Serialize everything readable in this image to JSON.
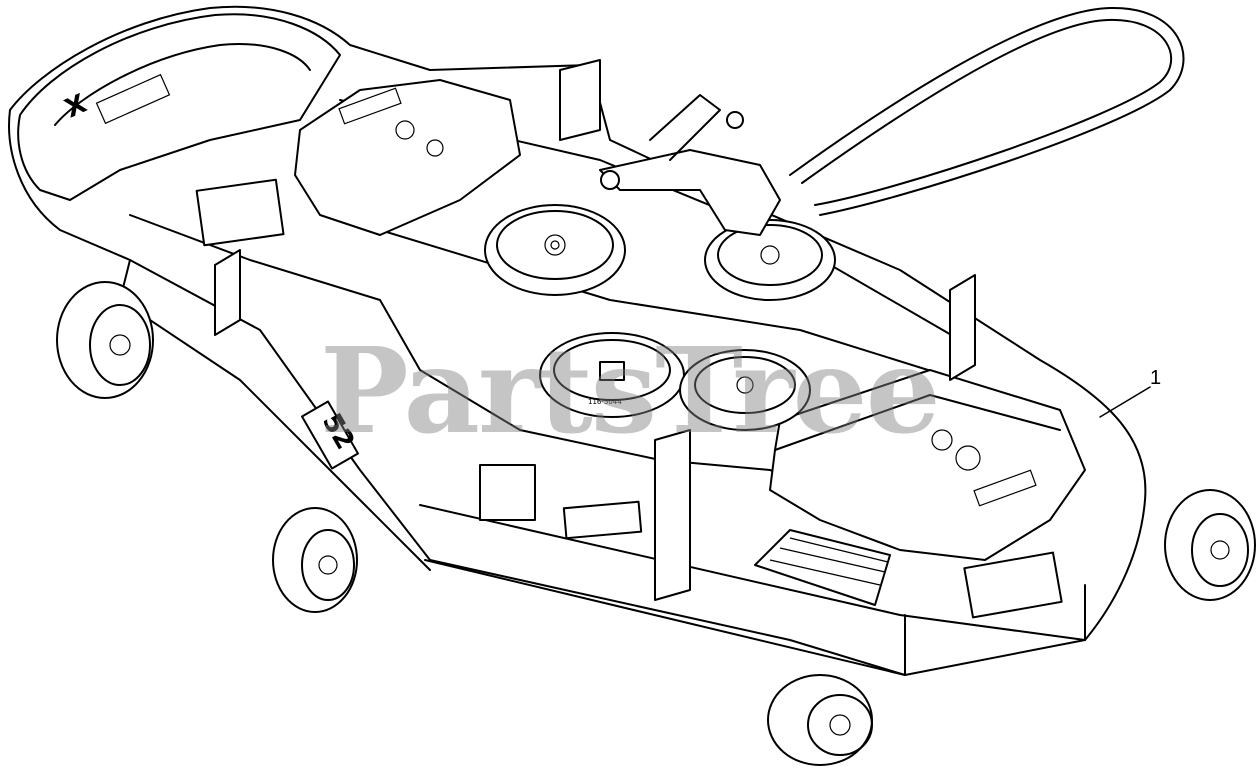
{
  "diagram": {
    "callout": "1",
    "watermark": "PartsTree",
    "brand_logo": "X",
    "deck_size": "52",
    "pulley_part_label": "116-5044"
  }
}
